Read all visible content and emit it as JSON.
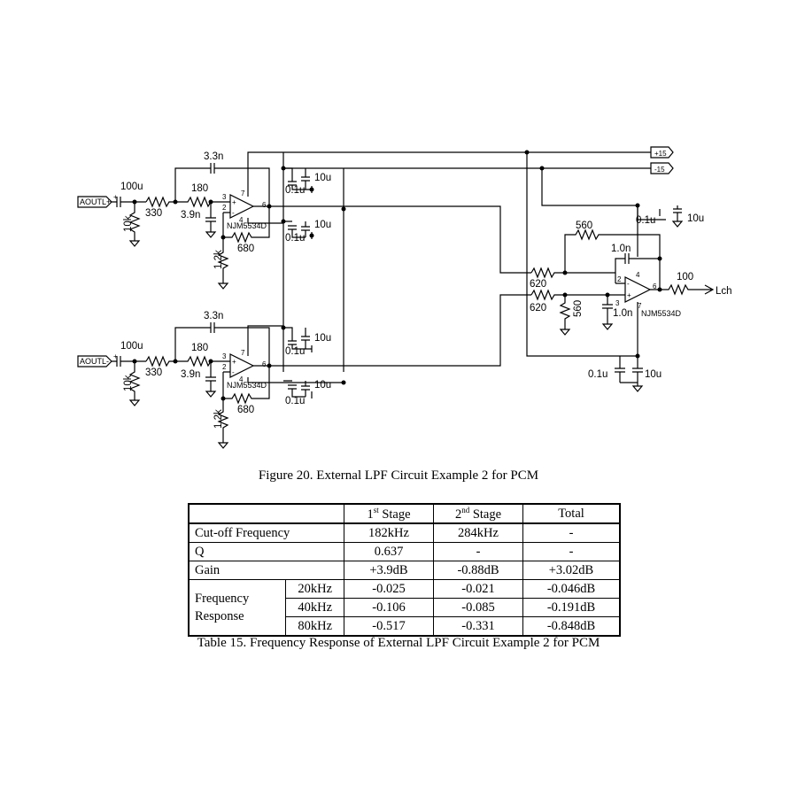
{
  "schematic": {
    "inputs": [
      "AOUTL+",
      "AOUTL-"
    ],
    "output": "Lch",
    "rails": [
      "+15",
      "-15"
    ],
    "opamp": "NJM5534D",
    "stage1": {
      "c_in": "100u",
      "r_in": "330",
      "r_bias": "10k",
      "c_fb": "3.3n",
      "r_series": "180",
      "c_shunt": "3.9n",
      "r_gain_top": "680",
      "r_gain_bot": "1.2k",
      "decap_small": "0.1u",
      "decap_big": "10u"
    },
    "stage2": {
      "r_fb": "560",
      "c_fb": "1.0n",
      "r_in": "620",
      "r_shunt": "560",
      "c_shunt": "1.0n",
      "r_out": "100",
      "decap_small": "0.1u",
      "decap_big": "10u"
    },
    "pins": {
      "p2": "2",
      "p3": "3",
      "p4": "4",
      "p6": "6",
      "p7": "7"
    }
  },
  "figure_caption": "Figure 20. External LPF Circuit Example 2 for PCM",
  "table": {
    "header": {
      "stage1_base": "1",
      "stage1_sup": "st",
      "stage1_rest": " Stage",
      "stage2_base": "2",
      "stage2_sup": "nd",
      "stage2_rest": " Stage",
      "total": "Total"
    },
    "rows": {
      "cutoff": {
        "label": "Cut-off Frequency",
        "s1": "182kHz",
        "s2": "284kHz",
        "total": "-"
      },
      "q": {
        "label": "Q",
        "s1": "0.637",
        "s2": "-",
        "total": "-"
      },
      "gain": {
        "label": "Gain",
        "s1": "+3.9dB",
        "s2": "-0.88dB",
        "total": "+3.02dB"
      }
    },
    "freq_label": "Frequency Response",
    "freq_rows": [
      {
        "f": "20kHz",
        "s1": "-0.025",
        "s2": "-0.021",
        "total": "-0.046dB"
      },
      {
        "f": "40kHz",
        "s1": "-0.106",
        "s2": "-0.085",
        "total": "-0.191dB"
      },
      {
        "f": "80kHz",
        "s1": "-0.517",
        "s2": "-0.331",
        "total": "-0.848dB"
      }
    ]
  },
  "table_caption": "Table 15. Frequency Response of External LPF Circuit Example 2 for PCM"
}
